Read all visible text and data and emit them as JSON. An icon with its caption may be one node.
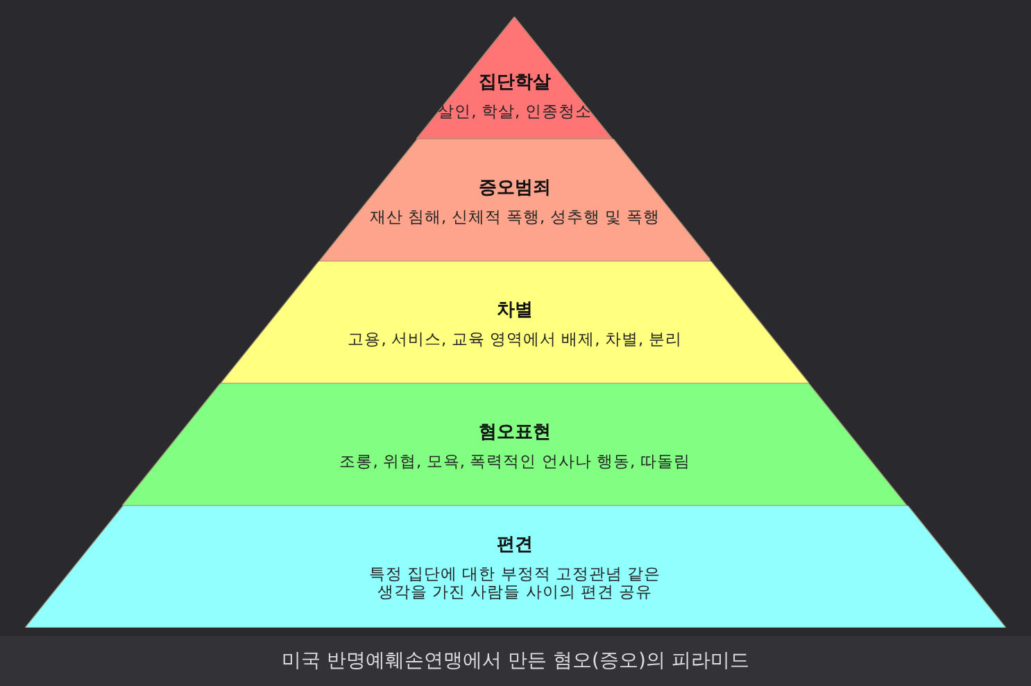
{
  "diagram": {
    "caption": "미국 반명예훼손연맹에서 만든 혐오(증오)의 피라미드",
    "nodes": [
      {
        "text": [
          "집단학살",
          "살인, 학살, 인종청소"
        ]
      },
      {
        "text": [
          "증오범죄",
          "재산 침해, 신체적 폭행, 성추행 및 폭행"
        ]
      },
      {
        "text": [
          "차별",
          "고용, 서비스, 교육 영역에서 배제, 차별, 분리"
        ]
      },
      {
        "text": [
          "혐오표현",
          "조롱, 위협, 모욕, 폭력적인 언사나 행동, 따돌림"
        ]
      },
      {
        "text": [
          "편견",
          "특정 집단에 대한 부정적 고정관념 같은 생각을 가진 사람들 사이의 편견 공유"
        ]
      }
    ]
  }
}
